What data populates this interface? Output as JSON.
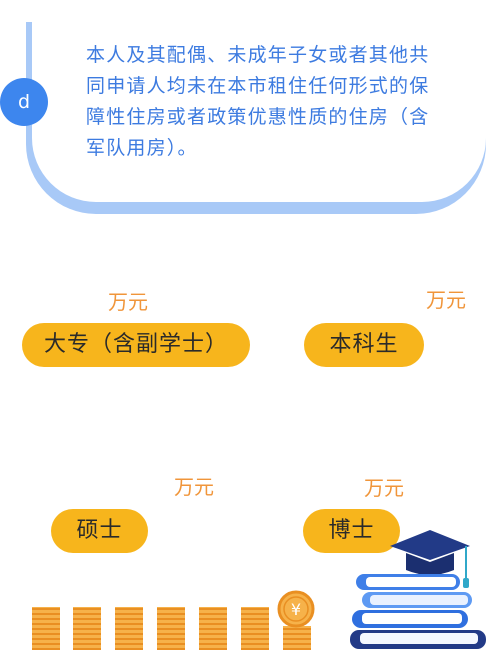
{
  "notice": {
    "badge": "d",
    "text": "本人及其配偶、未成年子女或者其他共同申请人均未在本市租住任何形式的保障性住房或者政策优惠性质的住房（含军队用房）。"
  },
  "subsidies": [
    {
      "label": "大专（含副学士）",
      "unit": "万元"
    },
    {
      "label": "本科生",
      "unit": "万元"
    },
    {
      "label": "硕士",
      "unit": "万元"
    },
    {
      "label": "博士",
      "unit": "万元"
    }
  ],
  "illustration": {
    "coin_symbol": "¥",
    "icons": [
      "coin-stacks-icon",
      "graduation-books-icon"
    ]
  },
  "colors": {
    "accent_blue": "#3d86ee",
    "card_blue": "#a8c9f7",
    "pill_yellow": "#f7b51c",
    "unit_orange": "#f0953a"
  }
}
